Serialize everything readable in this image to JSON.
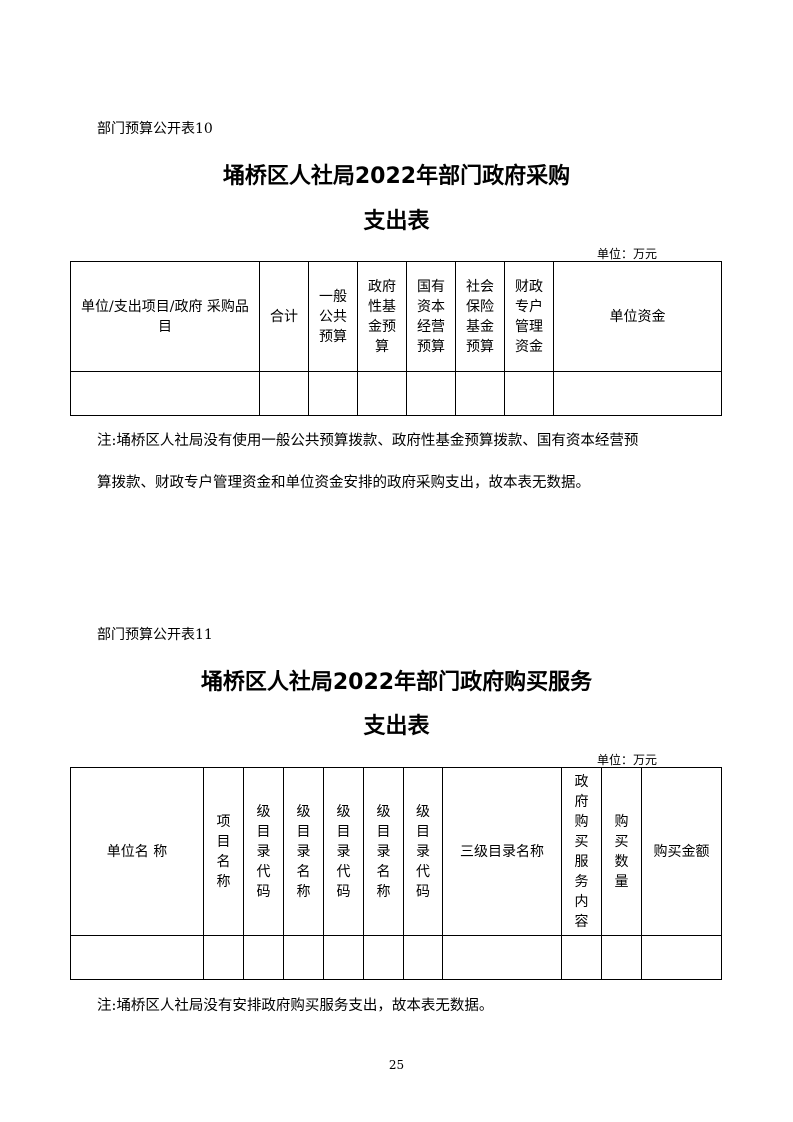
{
  "section1": {
    "table_label": "部门预算公开表10",
    "title_line1": "埇桥区人社局2022年部门政府采购",
    "title_line2": "支出表",
    "unit": "单位：万元",
    "headers": [
      "单位/支出项目/政府 采购品目",
      "合计",
      "一般公共预算",
      "政府性基金预算",
      "国有资本经营预算",
      "社会保险基金预算",
      "财政专户管理资金",
      "单位资金"
    ],
    "note_line1": "注:埇桥区人社局没有使用一般公共预算拨款、政府性基金预算拨款、国有资本经营预",
    "note_line2": "算拨款、财政专户管理资金和单位资金安排的政府采购支出，故本表无数据。"
  },
  "section2": {
    "table_label": "部门预算公开表11",
    "title_line1": "埇桥区人社局2022年部门政府购买服务",
    "title_line2": "支出表",
    "unit": "单位：万元",
    "headers": [
      "单位名 称",
      "项目名称",
      "级目录代码",
      "级目录名称",
      "级目录代码",
      "级目录名称",
      "级目录代码",
      "三级目录名称",
      "政府购买服务内容",
      "购买数量",
      "购买金额"
    ],
    "note": "注:埇桥区人社局没有安排政府购买服务支出，故本表无数据。"
  },
  "page_number": "25"
}
